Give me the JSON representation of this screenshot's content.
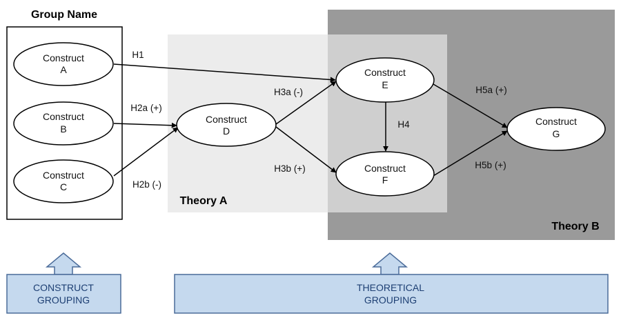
{
  "colors": {
    "theory_a_fill": "#ececec",
    "theory_b_fill": "#9a9a9a",
    "overlap_fill": "#cfcfcf",
    "grouping_fill": "#c5d9ee",
    "grouping_stroke": "#4a6b99",
    "grouping_text": "#1d3f73"
  },
  "group_box": {
    "title": "Group Name"
  },
  "regions": {
    "theory_a": {
      "label": "Theory A"
    },
    "theory_b": {
      "label": "Theory B"
    }
  },
  "nodes": {
    "A": {
      "line1": "Construct",
      "line2": "A"
    },
    "B": {
      "line1": "Construct",
      "line2": "B"
    },
    "C": {
      "line1": "Construct",
      "line2": "C"
    },
    "D": {
      "line1": "Construct",
      "line2": "D"
    },
    "E": {
      "line1": "Construct",
      "line2": "E"
    },
    "F": {
      "line1": "Construct",
      "line2": "F"
    },
    "G": {
      "line1": "Construct",
      "line2": "G"
    }
  },
  "edges": [
    {
      "from": "A",
      "to": "E",
      "label": "H1"
    },
    {
      "from": "B",
      "to": "D",
      "label": "H2a (+)"
    },
    {
      "from": "C",
      "to": "D",
      "label": "H2b (-)"
    },
    {
      "from": "D",
      "to": "E",
      "label": "H3a (-)"
    },
    {
      "from": "D",
      "to": "F",
      "label": "H3b (+)"
    },
    {
      "from": "E",
      "to": "F",
      "label": "H4"
    },
    {
      "from": "E",
      "to": "G",
      "label": "H5a (+)"
    },
    {
      "from": "F",
      "to": "G",
      "label": "H5b (+)"
    }
  ],
  "groupings": {
    "construct": {
      "line1": "CONSTRUCT",
      "line2": "GROUPING"
    },
    "theoretical": {
      "line1": "THEORETICAL",
      "line2": "GROUPING"
    }
  }
}
